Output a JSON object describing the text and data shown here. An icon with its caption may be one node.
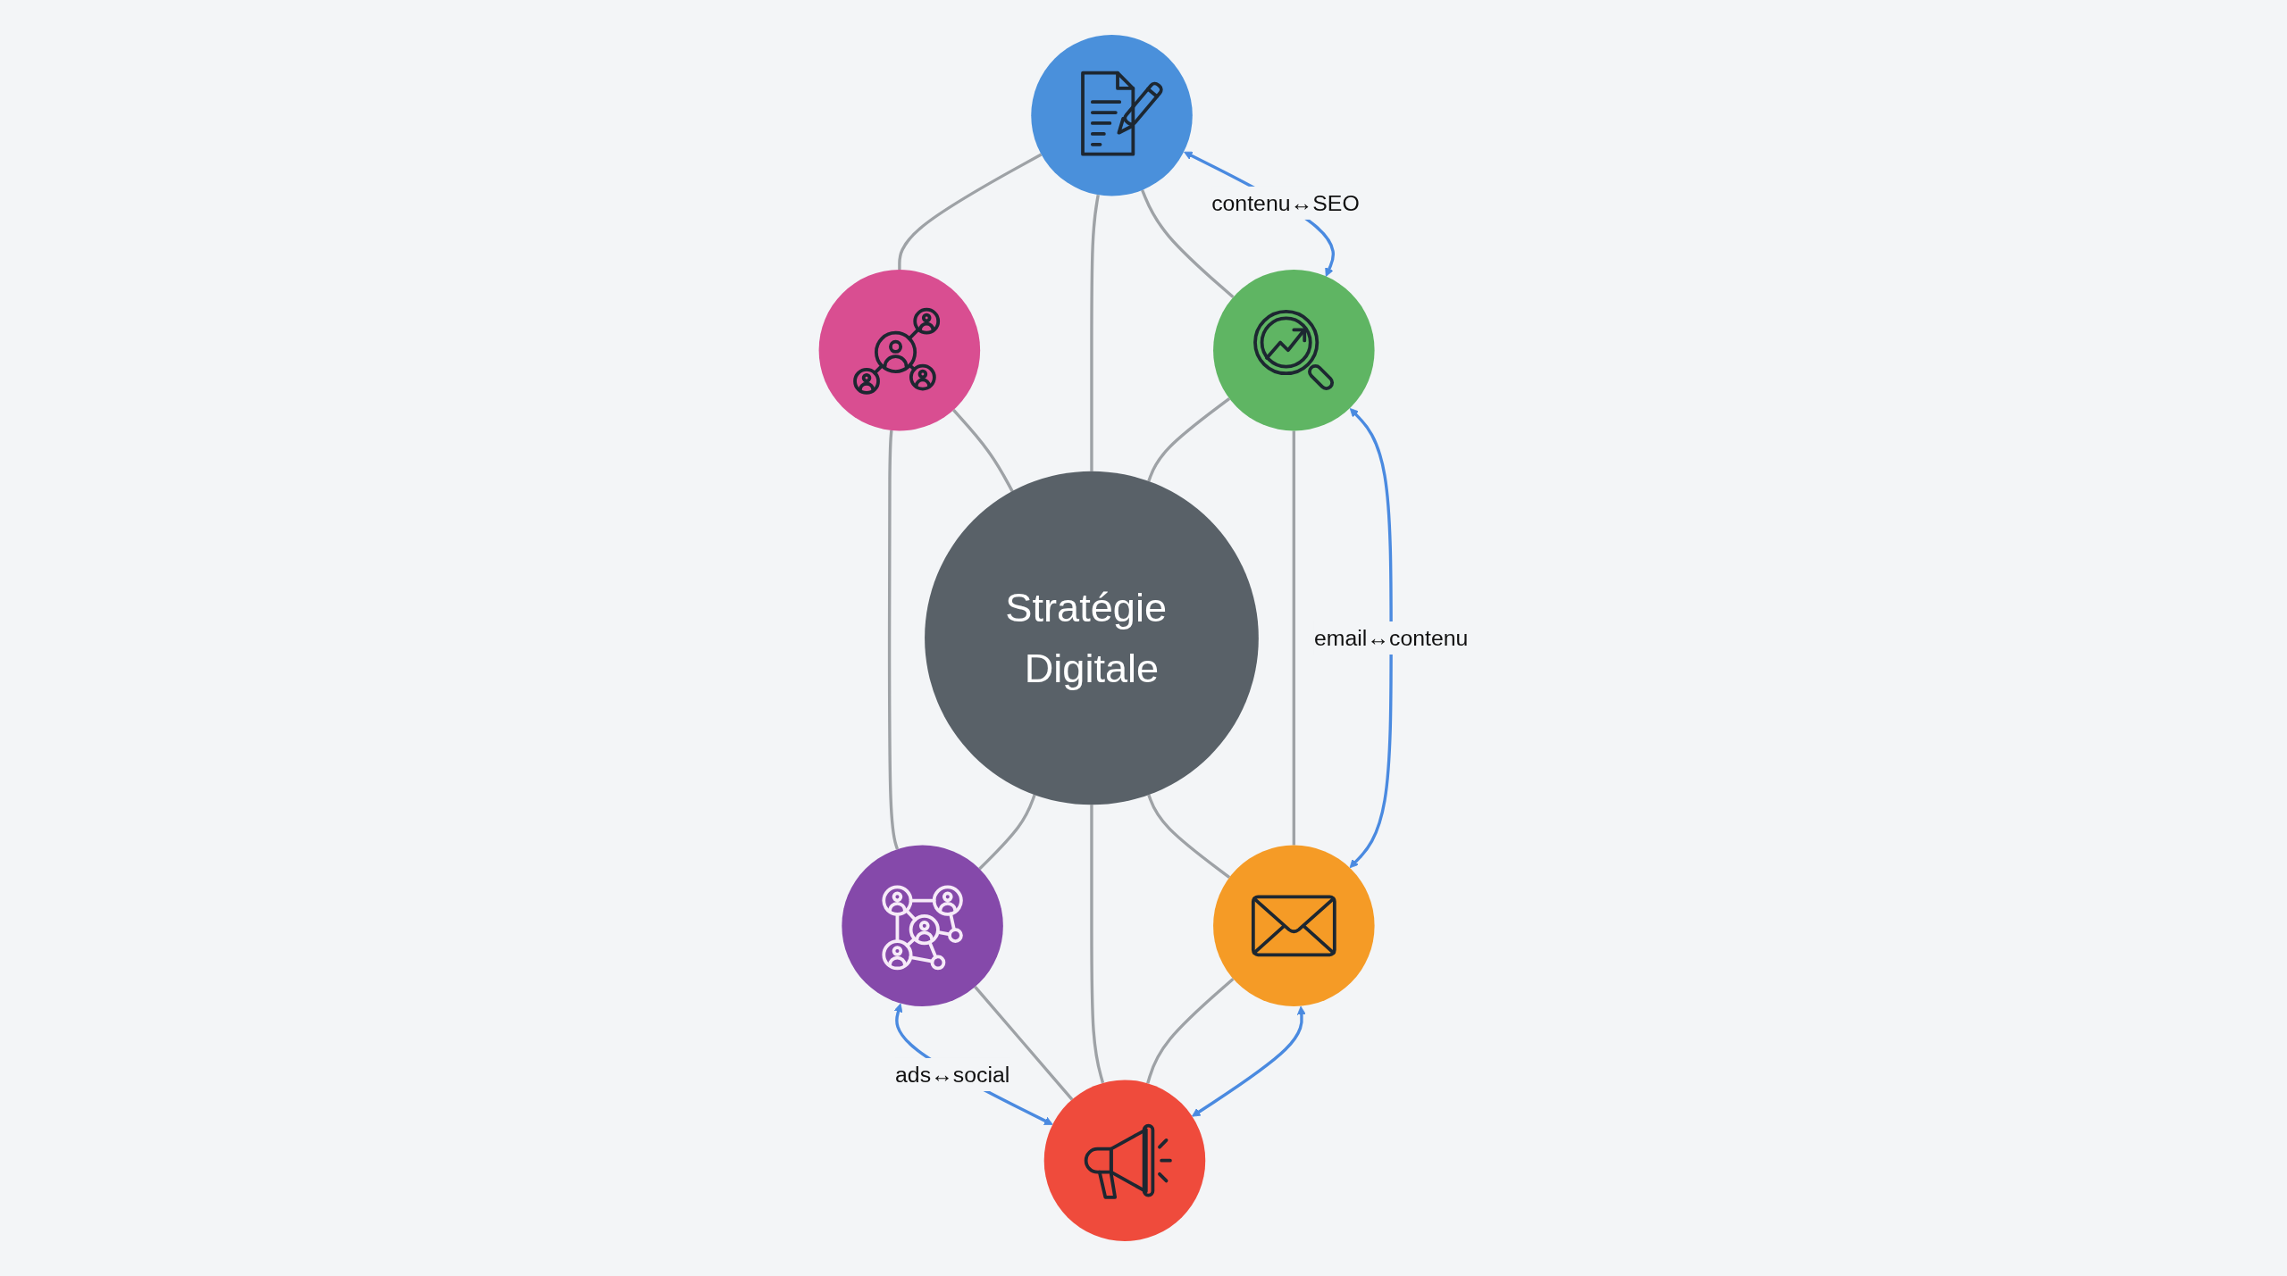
{
  "diagram": {
    "nodes": [
      {
        "text": [
          "Stratégie Digitale"
        ]
      },
      {
        "text": [],
        "shape": "circle"
      },
      {
        "text": [],
        "shape": "circle"
      },
      {
        "text": [],
        "shape": "circle"
      },
      {
        "text": [],
        "shape": "circle"
      },
      {
        "text": [],
        "shape": "circle"
      },
      {
        "text": [],
        "shape": "circle"
      }
    ],
    "edges": [
      {
        "from": 1,
        "to": 6,
        "arrow": "none"
      },
      {
        "from": 6,
        "to": 5,
        "arrow": "none"
      },
      {
        "from": 5,
        "to": 4,
        "arrow": "both",
        "label": "ads↔social",
        "color": "#4a8ae0"
      },
      {
        "from": 5,
        "to": 4,
        "arrow": "none"
      },
      {
        "from": 6,
        "to": 0,
        "arrow": "none"
      },
      {
        "from": 0,
        "to": 5,
        "arrow": "none"
      },
      {
        "from": 0,
        "to": 4,
        "arrow": "none"
      },
      {
        "from": 0,
        "to": 3,
        "arrow": "none"
      },
      {
        "from": 3,
        "to": 4,
        "arrow": "none"
      },
      {
        "from": 3,
        "to": 4,
        "arrow": "both",
        "color": "#4a8ae0"
      },
      {
        "from": 1,
        "to": 0,
        "arrow": "none"
      },
      {
        "from": 1,
        "to": 2,
        "arrow": "none"
      },
      {
        "from": 1,
        "to": 2,
        "arrow": "both",
        "label": "contenu↔SEO",
        "color": "#4a8ae0"
      },
      {
        "from": 2,
        "to": 0,
        "arrow": "none"
      },
      {
        "from": 2,
        "to": 3,
        "arrow": "none"
      },
      {
        "from": 2,
        "to": 3,
        "arrow": "both",
        "label": "email↔contenu",
        "color": "#4a8ae0"
      }
    ]
  }
}
